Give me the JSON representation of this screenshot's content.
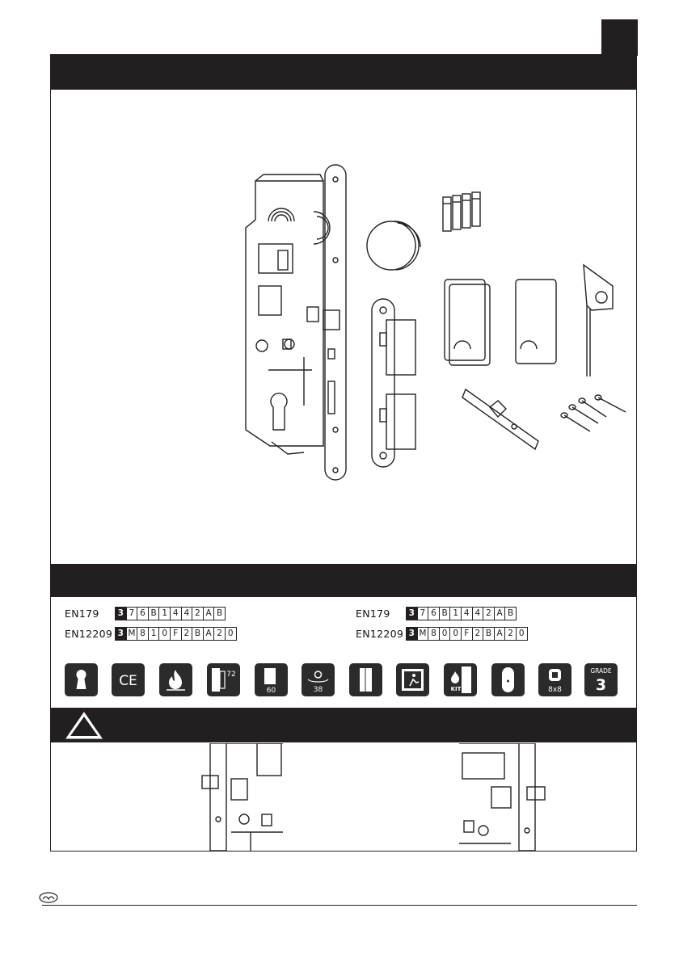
{
  "codes": {
    "left": {
      "en179": {
        "label": "EN179",
        "cells": [
          "3",
          "7",
          "6",
          "B",
          "1",
          "4",
          "4",
          "2",
          "A",
          "B"
        ]
      },
      "en12209": {
        "label": "EN12209",
        "cells": [
          "3",
          "M",
          "8",
          "1",
          "0",
          "F",
          "2",
          "B",
          "A",
          "2",
          "0"
        ]
      }
    },
    "right": {
      "en179": {
        "label": "EN179",
        "cells": [
          "3",
          "7",
          "6",
          "B",
          "1",
          "4",
          "4",
          "2",
          "A",
          "B"
        ]
      },
      "en12209": {
        "label": "EN12209",
        "cells": [
          "3",
          "M",
          "8",
          "0",
          "0",
          "F",
          "2",
          "B",
          "A",
          "2",
          "0"
        ]
      }
    }
  },
  "icons": [
    {
      "name": "euro-cylinder-icon",
      "text": ""
    },
    {
      "name": "ce-mark-icon",
      "text": "CE"
    },
    {
      "name": "fire-rated-icon",
      "text": ""
    },
    {
      "name": "backset-72-icon",
      "text": "72"
    },
    {
      "name": "backset-60-icon",
      "text": "60"
    },
    {
      "name": "distance-38-icon",
      "text": "38"
    },
    {
      "name": "door-thickness-icon",
      "text": ""
    },
    {
      "name": "emergency-exit-icon",
      "text": ""
    },
    {
      "name": "fire-kit-icon",
      "text": "KIT"
    },
    {
      "name": "rounded-faceplate-icon",
      "text": ""
    },
    {
      "name": "square-spindle-8x8-icon",
      "text": "8x8"
    },
    {
      "name": "grade-3-icon",
      "text": "GRADE",
      "value": "3"
    }
  ],
  "colors": {
    "dark": "#231f20",
    "line": "#222222"
  }
}
